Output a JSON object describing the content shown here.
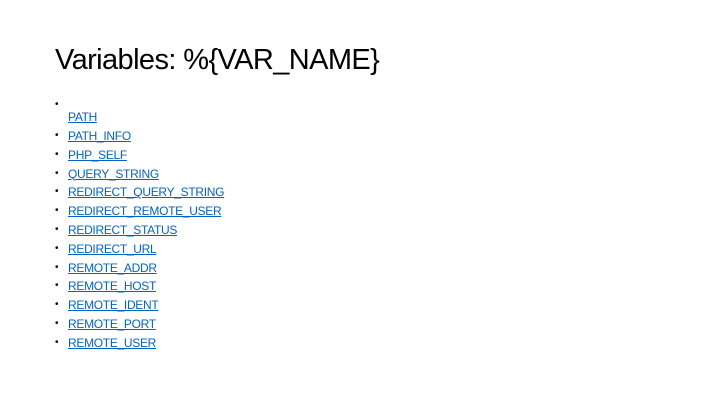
{
  "slide": {
    "title": "Variables: %{VAR_NAME}",
    "bullet_glyph": "•",
    "link_color": "#0563c1",
    "items": [
      "PATH",
      "PATH_INFO",
      "PHP_SELF",
      "QUERY_STRING",
      "REDIRECT_QUERY_STRING",
      "REDIRECT_REMOTE_USER",
      "REDIRECT_STATUS",
      "REDIRECT_URL",
      "REMOTE_ADDR",
      "REMOTE_HOST",
      "REMOTE_IDENT",
      "REMOTE_PORT",
      "REMOTE_USER"
    ]
  }
}
